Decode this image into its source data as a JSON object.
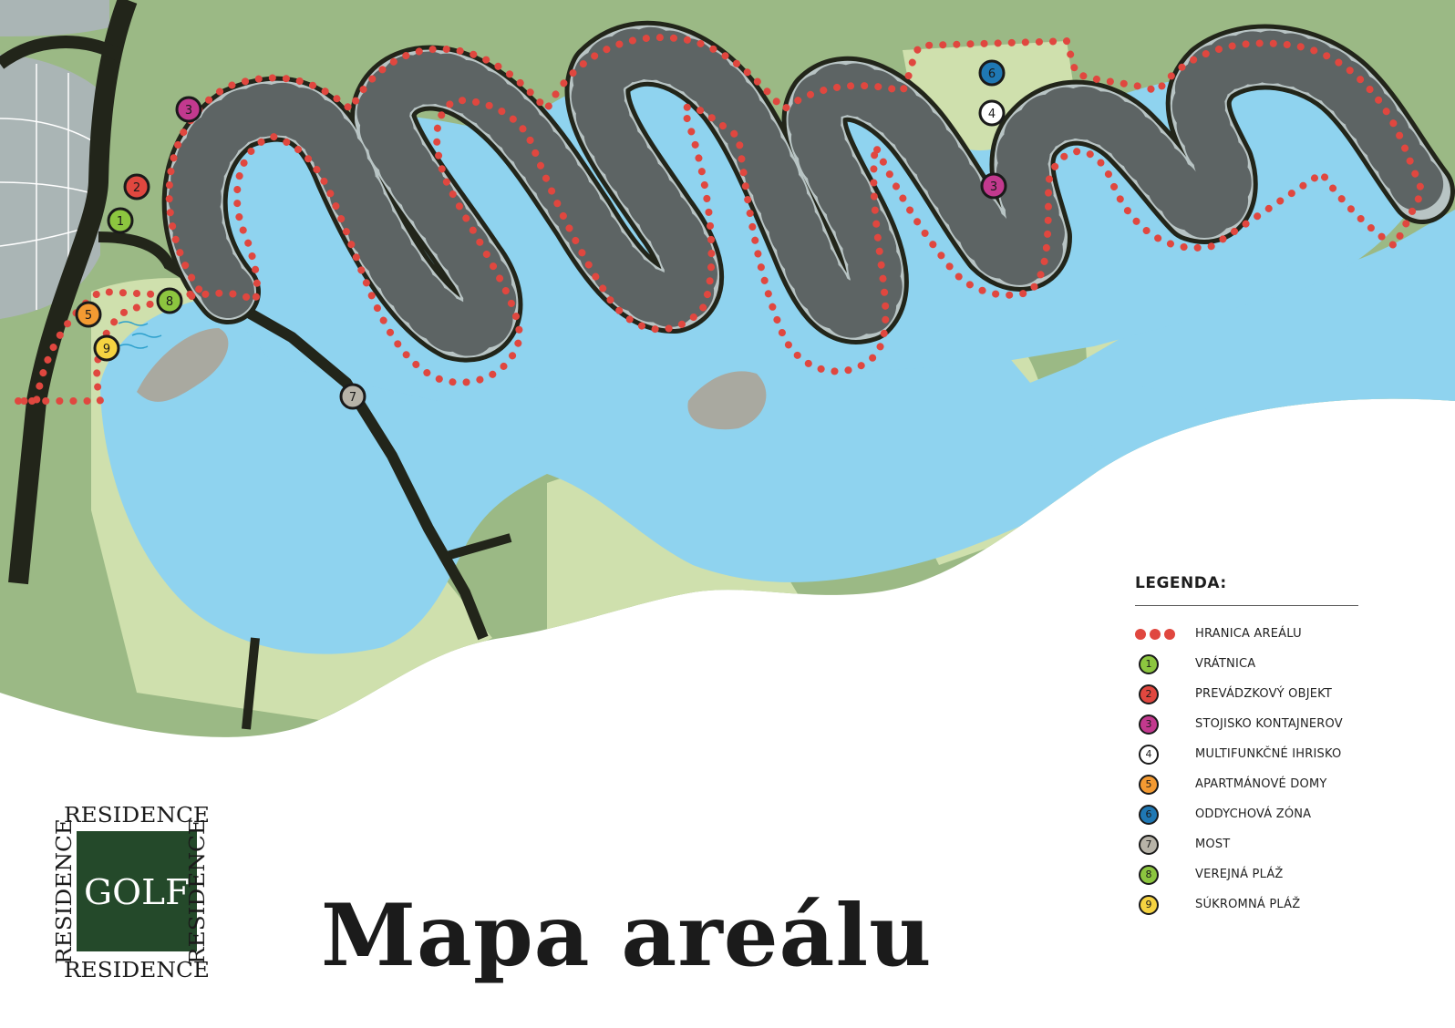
{
  "title": "Mapa areálu",
  "logo": {
    "word_top": "RESIDENCE",
    "word_bottom": "RESIDENCE",
    "word_left": "RESIDENCE",
    "word_right": "RESIDENCE",
    "center": "GOLF",
    "color": "#24492a"
  },
  "legend": {
    "title": "LEGENDA:",
    "items": [
      {
        "symbol": "dots",
        "label": "HRANICA AREÁLU",
        "color": "#e0473f"
      },
      {
        "symbol": "1",
        "label": "VRÁTNICA",
        "color": "#8cc63f"
      },
      {
        "symbol": "2",
        "label": "PREVÁDZKOVÝ OBJEKT",
        "color": "#e0473f"
      },
      {
        "symbol": "3",
        "label": "STOJISKO KONTAJNEROV",
        "color": "#c2398e"
      },
      {
        "symbol": "4",
        "label": "MULTIFUNKČNÉ IHRISKO",
        "color": "#ffffff"
      },
      {
        "symbol": "5",
        "label": "APARTMÁNOVÉ DOMY",
        "color": "#f39a32"
      },
      {
        "symbol": "6",
        "label": "ODDYCHOVÁ ZÓNA",
        "color": "#1f78b4"
      },
      {
        "symbol": "7",
        "label": "MOST",
        "color": "#b7b3a8"
      },
      {
        "symbol": "8",
        "label": "VEREJNÁ PLÁŽ",
        "color": "#8cc63f"
      },
      {
        "symbol": "9",
        "label": "SÚKROMNÁ PLÁŽ",
        "color": "#f5d341"
      }
    ]
  },
  "map_markers": [
    {
      "n": "1",
      "legend_index": 1
    },
    {
      "n": "2",
      "legend_index": 2
    },
    {
      "n": "3",
      "legend_index": 3
    },
    {
      "n": "3",
      "legend_index": 3
    },
    {
      "n": "4",
      "legend_index": 4
    },
    {
      "n": "5",
      "legend_index": 5
    },
    {
      "n": "6",
      "legend_index": 6
    },
    {
      "n": "7",
      "legend_index": 7
    },
    {
      "n": "8",
      "legend_index": 8
    },
    {
      "n": "9",
      "legend_index": 9
    }
  ],
  "colors": {
    "grass": "#9bb985",
    "light_grass": "#cfe0ad",
    "water": "#8fd3ef",
    "road": "#22251a",
    "plot": "#b8c4c4",
    "boundary": "#e0473f",
    "sand": "#c9c4b4",
    "island": "#a9a9a0"
  }
}
